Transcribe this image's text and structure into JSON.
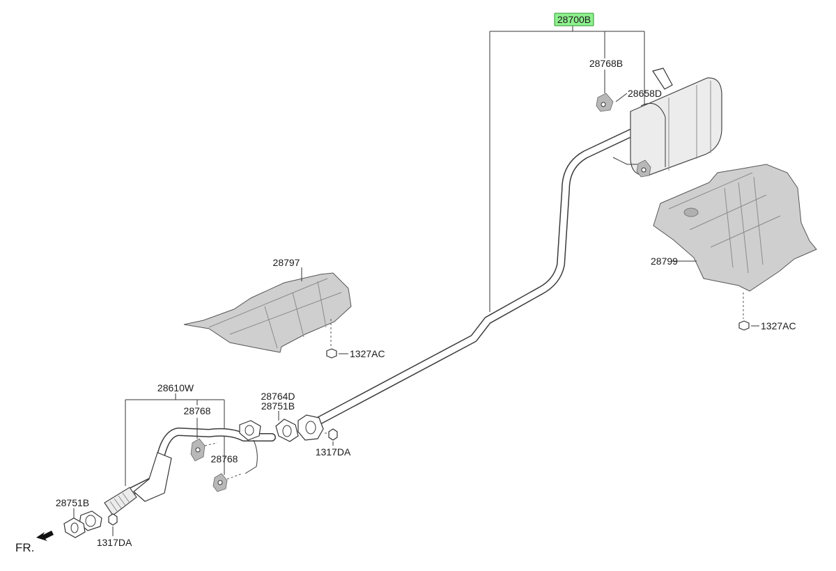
{
  "diagram": {
    "labels": {
      "assembly": "28700B",
      "hanger_rear": "28768B",
      "muffler_bracket": "28658D",
      "heat_shield_center": "28797",
      "heat_shield_rear": "28799",
      "nut_center": "1327AC",
      "nut_rear": "1327AC",
      "front_pipe": "28610W",
      "hanger_front_upper": "28768",
      "hanger_front_lower": "28768",
      "gasket_center_a": "28764D",
      "gasket_center_b": "28751B",
      "bolt_center": "1317DA",
      "gasket_front": "28751B",
      "bolt_front": "1317DA",
      "front_indicator": "FR."
    },
    "colors": {
      "highlight": "#8ef08e",
      "shield": "#cfcfcf",
      "line": "#333333"
    },
    "icons": {
      "front_arrow": "arrow-left-down-icon"
    }
  }
}
